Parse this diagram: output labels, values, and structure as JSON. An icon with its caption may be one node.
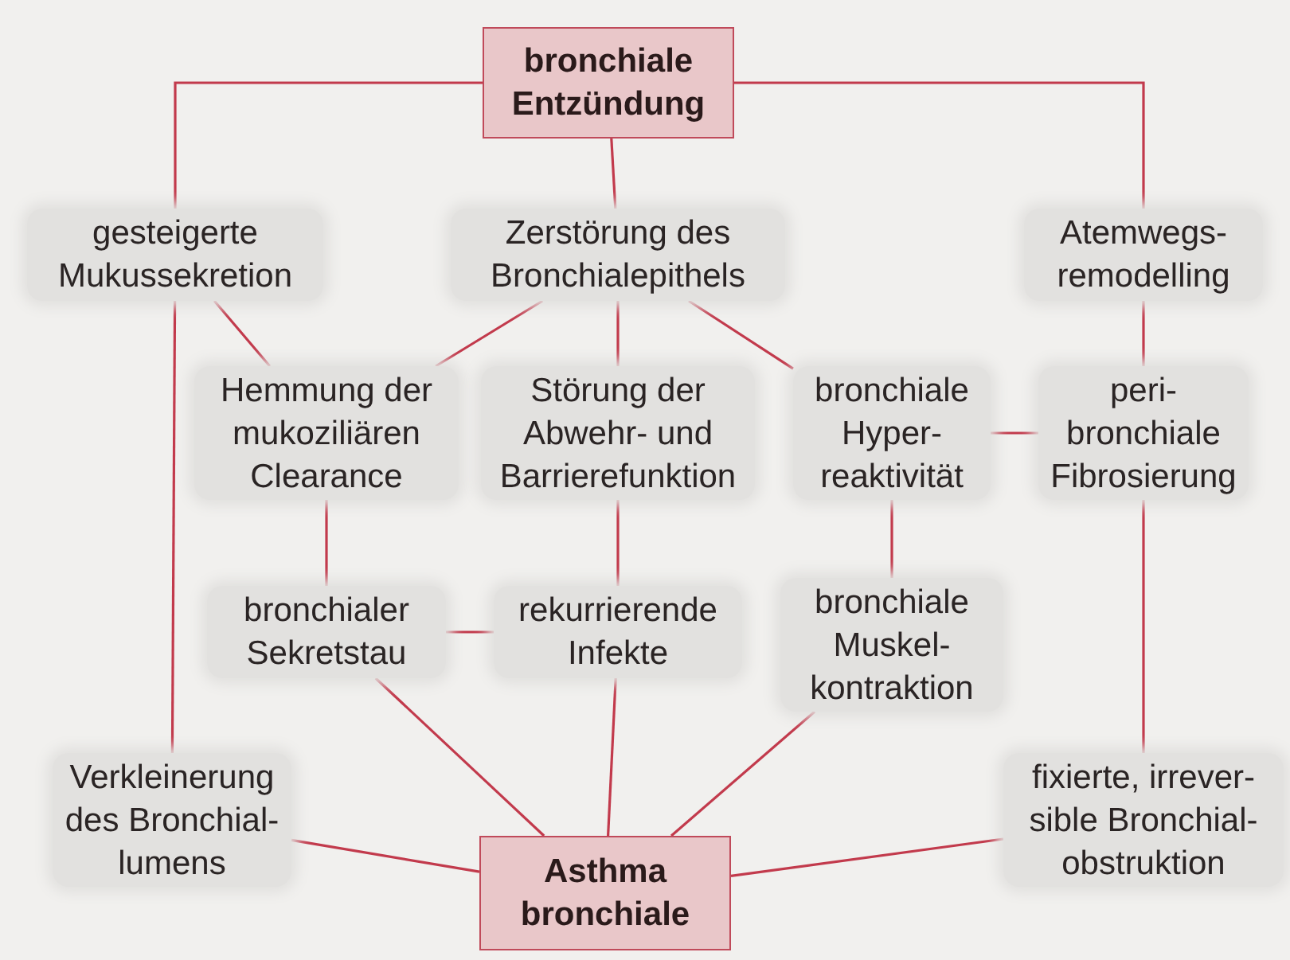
{
  "diagram": {
    "nodes": [
      {
        "text": [
          "bronchiale Entzündung"
        ]
      },
      {
        "text": [
          "gesteigerte Mukussekretion"
        ]
      },
      {
        "text": [
          "Zerstörung des Bronchialepithels"
        ]
      },
      {
        "text": [
          "Atemwegs-remodelling"
        ]
      },
      {
        "text": [
          "Hemmung der mukoziliären Clearance"
        ]
      },
      {
        "text": [
          "Störung der Abwehr- und Barrierefunktion"
        ]
      },
      {
        "text": [
          "bronchiale Hyper-reaktivität"
        ]
      },
      {
        "text": [
          "peri-bronchiale Fibrosierung"
        ]
      },
      {
        "text": [
          "bronchialer Sekretstau"
        ]
      },
      {
        "text": [
          "rekurrierende Infekte"
        ]
      },
      {
        "text": [
          "bronchiale Muskel-kontraktion"
        ]
      },
      {
        "text": [
          "Verkleinerung des Bronchial-lumens"
        ]
      },
      {
        "text": [
          "Asthma bronchiale"
        ]
      },
      {
        "text": [
          "fixierte, irrever-sible Bronchial-obstruktion"
        ]
      }
    ],
    "edges": [
      {
        "from": 0,
        "to": 1,
        "arrow": "none"
      },
      {
        "from": 0,
        "to": 2,
        "arrow": "none"
      },
      {
        "from": 0,
        "to": 3,
        "arrow": "none"
      },
      {
        "from": 1,
        "to": 4,
        "arrow": "none"
      },
      {
        "from": 2,
        "to": 4,
        "arrow": "none"
      },
      {
        "from": 2,
        "to": 5,
        "arrow": "none"
      },
      {
        "from": 2,
        "to": 6,
        "arrow": "none"
      },
      {
        "from": 3,
        "to": 7,
        "arrow": "none"
      },
      {
        "from": 6,
        "to": 7,
        "arrow": "none"
      },
      {
        "from": 4,
        "to": 8,
        "arrow": "none"
      },
      {
        "from": 5,
        "to": 9,
        "arrow": "none"
      },
      {
        "from": 8,
        "to": 9,
        "arrow": "none"
      },
      {
        "from": 6,
        "to": 10,
        "arrow": "none"
      },
      {
        "from": 1,
        "to": 11,
        "arrow": "none"
      },
      {
        "from": 8,
        "to": 12,
        "arrow": "none"
      },
      {
        "from": 9,
        "to": 12,
        "arrow": "none"
      },
      {
        "from": 10,
        "to": 12,
        "arrow": "none"
      },
      {
        "from": 11,
        "to": 12,
        "arrow": "none"
      },
      {
        "from": 7,
        "to": 13,
        "arrow": "none"
      },
      {
        "from": 13,
        "to": 12,
        "arrow": "none"
      }
    ]
  }
}
